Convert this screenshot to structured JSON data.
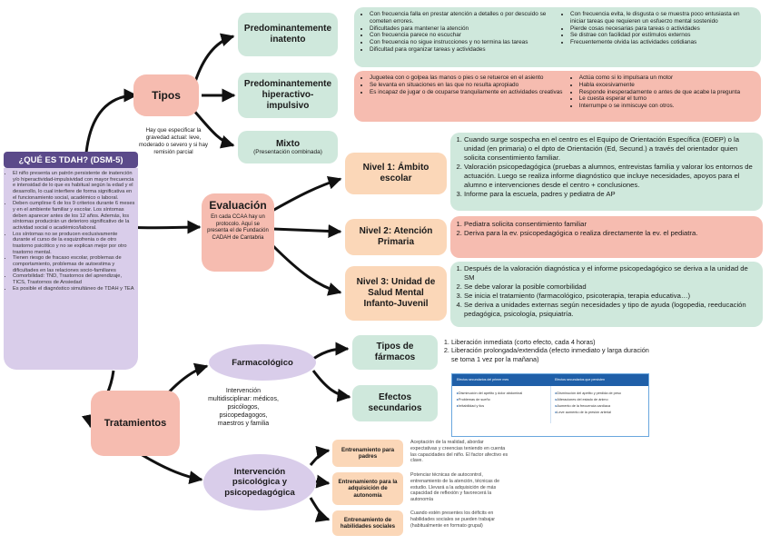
{
  "root": {
    "title": "¿QUÉ ES TDAH? (DSM-5)",
    "bullets": [
      "El niño presenta un patrón persistente de inatención y/o hiperactividad-impulsividad con mayor frecuencia e intensidad de lo que es habitual según la edad y el desarrollo, lo cual interfiere de forma significativa en el funcionamiento social, académico o laboral.",
      "Deben cumplirse 6 de los 9 criterios durante 6 meses y en el ambiente familiar y escolar. Los síntomas deben aparecer antes de los 12 años. Además, los síntomas producirán un deterioro significativo de la actividad social o académico/laboral.",
      "Los síntomas no se producen exclusivamente durante el curso de la esquizofrenia o de otro trastorno psicótico y no se explican mejor por otro trastorno mental.",
      "Tienen riesgo de fracaso escolar, problemas de comportamiento, problemas de autoestima y dificultades en las relaciones socio-familiares",
      "Comorbilidad: TND, Trastornos del aprendizaje, TICS, Trastornos de Ansiedad",
      "Es posible el diagnóstico simultáneo de TDAH y TEA"
    ]
  },
  "tipos": {
    "label": "Tipos",
    "note": "Hay que especificar la gravedad actual: leve, moderado o severo y si hay remisión parcial",
    "inatento": {
      "label": "Predominantemente inatento",
      "left": [
        "Con frecuencia falla en prestar atención a detalles o por descuido se cometen errores.",
        "Dificultades para mantener la atención",
        "Con frecuencia parece no escuchar",
        "Con frecuencia no sigue instrucciones y no termina las tareas",
        "Dificultad para organizar tareas y actividades"
      ],
      "right": [
        "Con frecuencia evita, le disgusta o se muestra poco entusiasta en iniciar tareas que requieren un esfuerzo mental sostenido",
        "Pierde cosas necesarias para tareas o actividades",
        "Se distrae con facilidad por estímulos externos",
        "Frecuentemente olvida las actividades cotidianas"
      ]
    },
    "hiperactivo": {
      "label": "Predominantemente hiperactivo-impulsivo",
      "left": [
        "Juguetea con o golpea las manos o pies o se retuerce en el asiento",
        "Se levanta en situaciones en las que no resulta apropiado",
        "Es incapaz de jugar o de ocuparse tranquilamente en actividades creativas"
      ],
      "right": [
        "Actúa como si lo impulsara un motor",
        "Habla excesivamente",
        "Responde inesperadamente o antes de que acabe la pregunta",
        "Le cuesta esperar el turno",
        "Interrumpe o se inmiscuye con otros."
      ]
    },
    "mixto": {
      "label": "Mixto",
      "sub": "(Presentación combinada)"
    }
  },
  "evaluacion": {
    "label": "Evaluación",
    "note": "En cada CCAA hay un protocolo. Aquí se presenta el de Fundación CADAH de Cantabria",
    "n1": {
      "label": "Nivel 1: Ámbito escolar",
      "items": [
        "Cuando surge sospecha en el centro es el Equipo de Orientación Específica (EOEP) o la unidad (en primaria) o el dpto de Orientación (Ed, Secund.) a través del orientador quien solicita consentimiento familiar.",
        "Valoración psicopedagógica (pruebas a alumnos, entrevistas familia y valorar los entornos de actuación. Luego se realiza informe diagnóstico que incluye necesidades, apoyos para el alumno e intervenciones desde el centro + conclusiones.",
        "Informe para la escuela, padres y pediatra de AP"
      ]
    },
    "n2": {
      "label": "Nivel 2: Atención Primaria",
      "items": [
        "Pediatra solicita consentimiento familiar",
        "Deriva para la ev. psicopedagógica o realiza directamente la ev. el pediatra."
      ]
    },
    "n3": {
      "label": "Nivel 3: Unidad de Salud Mental Infanto-Juvenil",
      "items": [
        "Después de la valoración diagnóstica y el informe psicopedagógico se deriva a la unidad de SM",
        "Se debe valorar la posible comorbilidad",
        "Se inicia el tratamiento (farmacológico, psicoterapia, terapia educativa…)",
        "Se deriva a unidades externas según necesidades y tipo de ayuda (logopedia, reeducación pedagógica, psicología, psiquiatría."
      ]
    }
  },
  "tratamientos": {
    "label": "Tratamientos",
    "farmaco": {
      "label": "Farmacológico",
      "tipos": {
        "label": "Tipos de fármacos",
        "items": [
          "Liberación inmediata (corto efecto, cada 4 horas)",
          "Liberación prolongada/extendida (efecto inmediato y larga duración se toma 1 vez por la mañana)"
        ]
      },
      "efectos": {
        "label": "Efectos secundarios",
        "table": {
          "head_left": "Efectos secundarios del primer mes",
          "head_right": "Efectos secundarios que persisten",
          "left": [
            "Disminución del apetito y dolor abdominal",
            "Problemas de sueño",
            "Irritabilidad y tics"
          ],
          "right": [
            "Disminución del apetito y pérdida de peso",
            "Alteraciones del estado de ánimo",
            "Aumento de la frecuencia cardíaca",
            "Leve aumento de la presión arterial"
          ]
        }
      }
    },
    "interv_note": "Intervención multidisciplinar: médicos, psicólogos, psicopedagogos, maestros y familia",
    "psico": {
      "label": "Intervención psicológica y psicopedagógica",
      "padres": {
        "label": "Entrenamiento para padres",
        "text": "Aceptación de la realidad, abordar expectativas y creencias teniendo en cuenta las capacidades del niño. El factor afectivo es clave."
      },
      "autonomia": {
        "label": "Entrenamiento para la adquisición de autonomía",
        "text": "Potenciar técnicas de autocontrol, entrenamiento de la atención, técnicas de estudio. Llevará a la adquisición de más capacidad de reflexión y favorecerá la autonomía"
      },
      "habilidades": {
        "label": "Entrenamiento de habilidades sociales",
        "text": "Cuando estén presentes los déficits en habilidades sociales se pueden trabajar (habitualmente en formato grupal)"
      }
    }
  },
  "colors": {
    "green": "#cfe8dc",
    "salmon": "#f6bcb0",
    "peach": "#fbd7b8",
    "lavender": "#d9cdea",
    "title": "#5b4a8a",
    "table_head": "#1f5fa8"
  }
}
